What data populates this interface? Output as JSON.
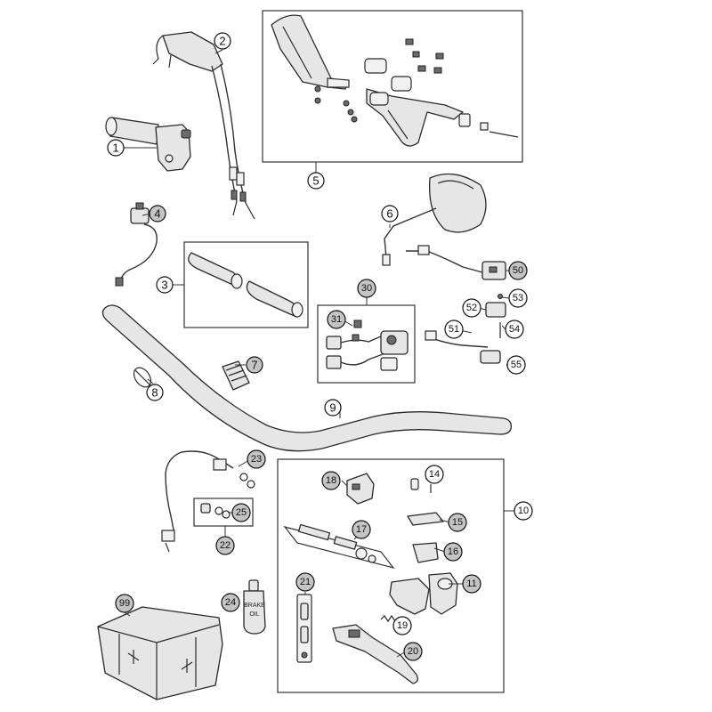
{
  "callouts": [
    {
      "id": "1",
      "label": "1",
      "style": "white"
    },
    {
      "id": "2",
      "label": "2",
      "style": "white"
    },
    {
      "id": "3",
      "label": "3",
      "style": "white"
    },
    {
      "id": "4",
      "label": "4",
      "style": "grey"
    },
    {
      "id": "5",
      "label": "5",
      "style": "white"
    },
    {
      "id": "6",
      "label": "6",
      "style": "white"
    },
    {
      "id": "7",
      "label": "7",
      "style": "grey"
    },
    {
      "id": "8",
      "label": "8",
      "style": "white"
    },
    {
      "id": "9",
      "label": "9",
      "style": "white"
    },
    {
      "id": "10",
      "label": "10",
      "style": "white"
    },
    {
      "id": "11",
      "label": "11",
      "style": "grey"
    },
    {
      "id": "14",
      "label": "14",
      "style": "white"
    },
    {
      "id": "15",
      "label": "15",
      "style": "grey"
    },
    {
      "id": "16",
      "label": "16",
      "style": "grey"
    },
    {
      "id": "17",
      "label": "17",
      "style": "grey"
    },
    {
      "id": "18",
      "label": "18",
      "style": "grey"
    },
    {
      "id": "19",
      "label": "19",
      "style": "white"
    },
    {
      "id": "20",
      "label": "20",
      "style": "grey"
    },
    {
      "id": "21",
      "label": "21",
      "style": "grey"
    },
    {
      "id": "22",
      "label": "22",
      "style": "grey"
    },
    {
      "id": "23",
      "label": "23",
      "style": "grey"
    },
    {
      "id": "24",
      "label": "24",
      "style": "grey"
    },
    {
      "id": "25",
      "label": "25",
      "style": "grey"
    },
    {
      "id": "30",
      "label": "30",
      "style": "grey"
    },
    {
      "id": "31",
      "label": "31",
      "style": "grey"
    },
    {
      "id": "50",
      "label": "50",
      "style": "grey"
    },
    {
      "id": "51",
      "label": "51",
      "style": "white"
    },
    {
      "id": "52",
      "label": "52",
      "style": "white"
    },
    {
      "id": "53",
      "label": "53",
      "style": "white"
    },
    {
      "id": "54",
      "label": "54",
      "style": "white"
    },
    {
      "id": "55",
      "label": "55",
      "style": "white"
    },
    {
      "id": "99",
      "label": "99",
      "style": "grey"
    }
  ],
  "bottle_label": {
    "line1": "BRAKE",
    "line2": "OIL"
  },
  "colors": {
    "stroke": "#2a2a2a",
    "part_fill": "#e6e6e6",
    "callout_grey": "#c4c4c4"
  }
}
